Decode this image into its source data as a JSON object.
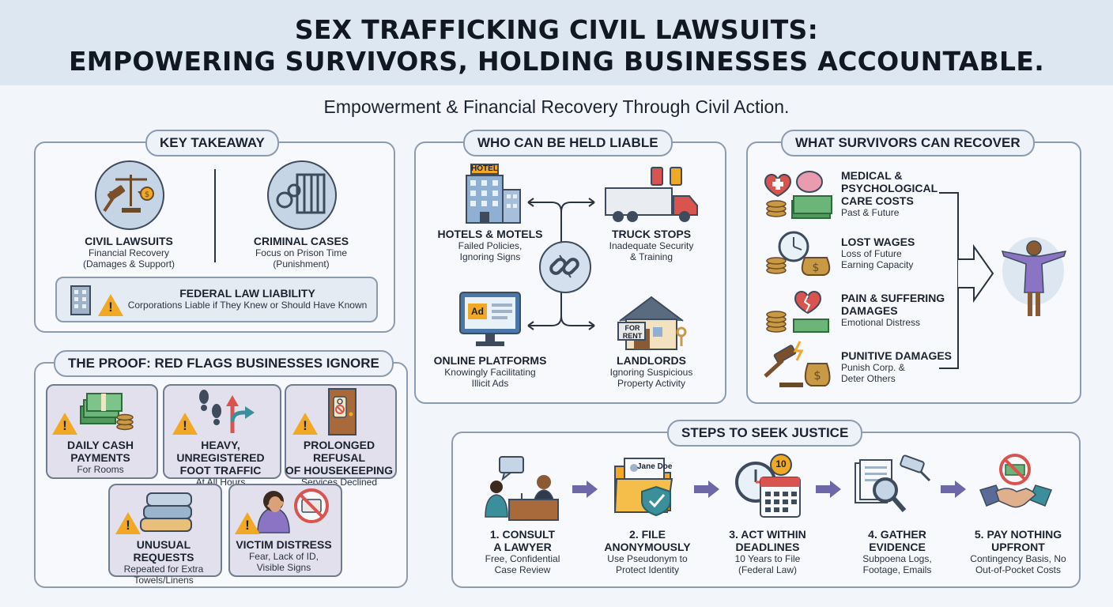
{
  "title": {
    "line1": "SEX TRAFFICKING CIVIL LAWSUITS:",
    "line2": "EMPOWERING SURVIVORS, HOLDING BUSINESSES ACCOUNTABLE."
  },
  "subtitle": "Empowerment & Financial Recovery Through Civil Action.",
  "key_takeaway": {
    "heading": "KEY TAKEAWAY",
    "civil": {
      "title": "CIVIL LAWSUITS",
      "line1": "Financial Recovery",
      "line2": "(Damages & Support)"
    },
    "criminal": {
      "title": "CRIMINAL CASES",
      "line1": "Focus on Prison Time",
      "line2": "(Punishment)"
    },
    "federal": {
      "title": "FEDERAL LAW LIABILITY",
      "desc": "Corporations Liable if They Knew or Should Have Known"
    }
  },
  "liable": {
    "heading": "WHO CAN BE HELD LIABLE",
    "hotel_sign": "HOTEL",
    "ad_sign": "Ad",
    "rent_sign_1": "FOR",
    "rent_sign_2": "RENT",
    "hotels": {
      "title": "HOTELS & MOTELS",
      "line1": "Failed Policies,",
      "line2": "Ignoring Signs"
    },
    "trucks": {
      "title": "TRUCK STOPS",
      "line1": "Inadequate Security",
      "line2": "& Training"
    },
    "online": {
      "title": "ONLINE PLATFORMS",
      "line1": "Knowingly Facilitating",
      "line2": "Illicit Ads"
    },
    "landlords": {
      "title": "LANDLORDS",
      "line1": "Ignoring Suspicious",
      "line2": "Property Activity"
    }
  },
  "recover": {
    "heading": "WHAT SURVIVORS CAN RECOVER",
    "items": [
      {
        "title1": "MEDICAL &",
        "title2": "PSYCHOLOGICAL",
        "title3": "CARE COSTS",
        "desc1": "Past & Future",
        "desc2": ""
      },
      {
        "title1": "LOST WAGES",
        "title2": "",
        "title3": "",
        "desc1": "Loss of Future",
        "desc2": "Earning Capacity"
      },
      {
        "title1": "PAIN & SUFFERING",
        "title2": "DAMAGES",
        "title3": "",
        "desc1": "Emotional Distress",
        "desc2": ""
      },
      {
        "title1": "PUNITIVE DAMAGES",
        "title2": "",
        "title3": "",
        "desc1": "Punish Corp. &",
        "desc2": "Deter Others"
      }
    ]
  },
  "proof": {
    "heading": "THE PROOF: RED FLAGS BUSINESSES IGNORE",
    "cards": [
      {
        "title1": "DAILY CASH",
        "title2": "PAYMENTS",
        "desc1": "For Rooms",
        "desc2": ""
      },
      {
        "title1": "HEAVY, UNREGISTERED",
        "title2": "FOOT TRAFFIC",
        "desc1": "At All Hours",
        "desc2": ""
      },
      {
        "title1": "PROLONGED REFUSAL",
        "title2": "OF HOUSEKEEPING",
        "desc1": "Services Declined",
        "desc2": ""
      },
      {
        "title1": "UNUSUAL REQUESTS",
        "title2": "",
        "desc1": "Repeated for Extra",
        "desc2": "Towels/Linens"
      },
      {
        "title1": "VICTIM DISTRESS",
        "title2": "",
        "desc1": "Fear, Lack of ID,",
        "desc2": "Visible Signs"
      }
    ]
  },
  "steps": {
    "heading": "STEPS TO SEEK JUSTICE",
    "doc_name": "Jane Doe",
    "calendar_num": "10",
    "items": [
      {
        "title1": "1. CONSULT",
        "title2": "A LAWYER",
        "desc1": "Free, Confidential",
        "desc2": "Case Review"
      },
      {
        "title1": "2. FILE",
        "title2": "ANONYMOUSLY",
        "desc1": "Use Pseudonym to",
        "desc2": "Protect Identity"
      },
      {
        "title1": "3. ACT WITHIN",
        "title2": "DEADLINES",
        "desc1": "10 Years to File",
        "desc2": "(Federal Law)"
      },
      {
        "title1": "4. GATHER",
        "title2": "EVIDENCE",
        "desc1": "Subpoena Logs,",
        "desc2": "Footage, Emails"
      },
      {
        "title1": "5. PAY NOTHING",
        "title2": "UPFRONT",
        "desc1": "Contingency Basis, No",
        "desc2": "Out-of-Pocket Costs"
      }
    ]
  },
  "colors": {
    "panel_border": "#8b9bb0",
    "card_fill": "#e3e0ee",
    "warning": "#f1a824",
    "arrow": "#6e67a8",
    "money": "#4f9a5c"
  }
}
